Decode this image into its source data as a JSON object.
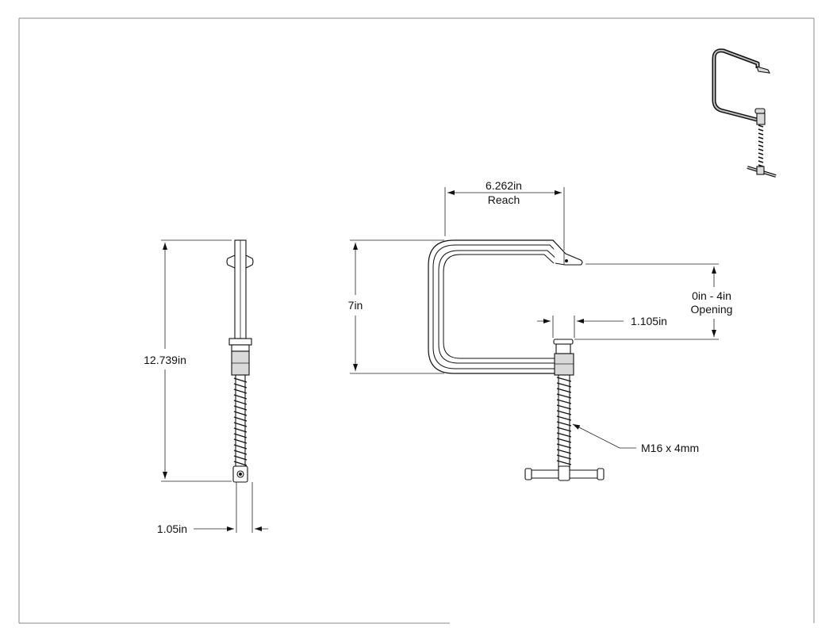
{
  "drawing": {
    "reach": {
      "value": "6.262in",
      "label": "Reach"
    },
    "height": "7in",
    "opening": {
      "range": "0in - 4in",
      "label": "Opening"
    },
    "pad_width": "1.105in",
    "thread": "M16 x 4mm",
    "overall_length": "12.739in",
    "thickness": "1.05in"
  }
}
